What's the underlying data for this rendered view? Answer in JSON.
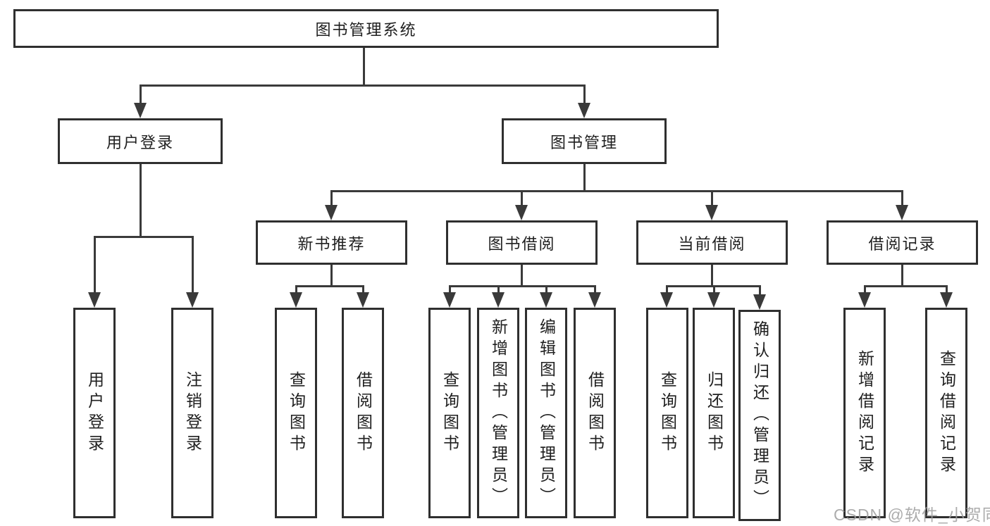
{
  "nodes": {
    "root": "图书管理系统",
    "user_login": {
      "label": "用户登录",
      "children": [
        "用户登录",
        "注销登录"
      ]
    },
    "book_mgmt": {
      "label": "图书管理",
      "sections": [
        {
          "label": "新书推荐",
          "children": [
            "查询图书",
            "借阅图书"
          ]
        },
        {
          "label": "图书借阅",
          "children": [
            "查询图书",
            "新增图书（管理员）",
            "编辑图书（管理员）",
            "借阅图书"
          ]
        },
        {
          "label": "当前借阅",
          "children": [
            "查询图书",
            "归还图书",
            "确认归还（管理员）"
          ]
        },
        {
          "label": "借阅记录",
          "children": [
            "新增借阅记录",
            "查询借阅记录"
          ]
        }
      ]
    }
  },
  "watermark": "CSDN @软件_小贺同学",
  "colors": {
    "border": "#2f2f2f",
    "line": "#3a3a3a",
    "text": "#1f1f1f",
    "watermark": "#9e9e9e",
    "background": "#ffffff"
  }
}
